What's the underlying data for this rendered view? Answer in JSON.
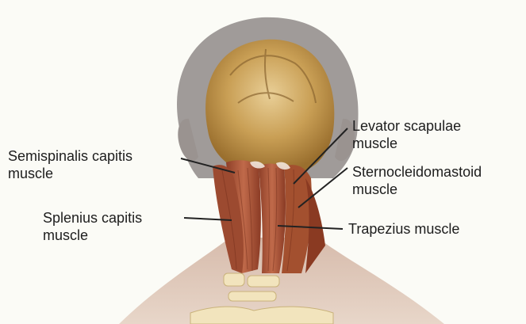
{
  "labels": {
    "semispinalis": {
      "line1": "Semispinalis capitis",
      "line2": "muscle"
    },
    "splenius": {
      "line1": "Splenius capitis",
      "line2": "muscle"
    },
    "levator": {
      "line1": "Levator scapulae",
      "line2": "muscle"
    },
    "sternocleidomastoid": {
      "line1": "Sternocleidomastoid",
      "line2": "muscle"
    },
    "trapezius": {
      "line1": "Trapezius muscle"
    }
  },
  "colors": {
    "background": "#fbfbf6",
    "head_shadow": "#8a8583",
    "skull": "#c9a25a",
    "muscle": "#a8553a",
    "bone": "#f2e6c4",
    "leader": "#222222"
  }
}
